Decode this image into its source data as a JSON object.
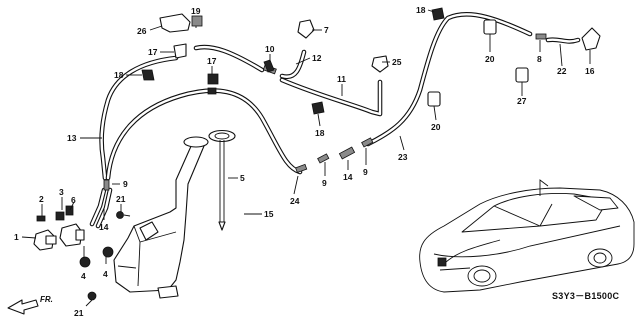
{
  "callouts": [
    {
      "id": "c1",
      "text": "1"
    },
    {
      "id": "c2",
      "text": "2"
    },
    {
      "id": "c3",
      "text": "3"
    },
    {
      "id": "c4a",
      "text": "4"
    },
    {
      "id": "c4b",
      "text": "4"
    },
    {
      "id": "c5",
      "text": "5"
    },
    {
      "id": "c6",
      "text": "6"
    },
    {
      "id": "c7",
      "text": "7"
    },
    {
      "id": "c8",
      "text": "8"
    },
    {
      "id": "c9a",
      "text": "9"
    },
    {
      "id": "c9b",
      "text": "9"
    },
    {
      "id": "c9c",
      "text": "9"
    },
    {
      "id": "c10",
      "text": "10"
    },
    {
      "id": "c11",
      "text": "11"
    },
    {
      "id": "c12",
      "text": "12"
    },
    {
      "id": "c13",
      "text": "13"
    },
    {
      "id": "c14a",
      "text": "14"
    },
    {
      "id": "c14b",
      "text": "14"
    },
    {
      "id": "c15",
      "text": "15"
    },
    {
      "id": "c16",
      "text": "16"
    },
    {
      "id": "c17a",
      "text": "17"
    },
    {
      "id": "c17b",
      "text": "17"
    },
    {
      "id": "c18a",
      "text": "18"
    },
    {
      "id": "c18b",
      "text": "18"
    },
    {
      "id": "c18c",
      "text": "18"
    },
    {
      "id": "c19",
      "text": "19"
    },
    {
      "id": "c20a",
      "text": "20"
    },
    {
      "id": "c20b",
      "text": "20"
    },
    {
      "id": "c21a",
      "text": "21"
    },
    {
      "id": "c21b",
      "text": "21"
    },
    {
      "id": "c22",
      "text": "22"
    },
    {
      "id": "c23",
      "text": "23"
    },
    {
      "id": "c24",
      "text": "24"
    },
    {
      "id": "c25",
      "text": "25"
    },
    {
      "id": "c26",
      "text": "26"
    },
    {
      "id": "c27",
      "text": "27"
    }
  ],
  "direction_label": "FR.",
  "diagram_code": "S3Y3－B1500C"
}
